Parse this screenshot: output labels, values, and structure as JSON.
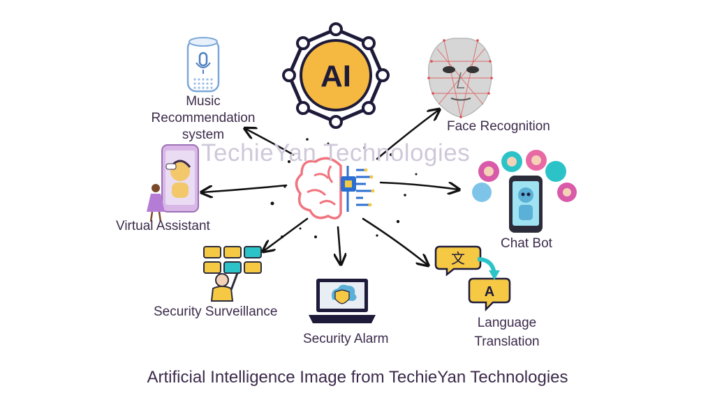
{
  "center": {
    "badge_text": "AI"
  },
  "nodes": {
    "music": {
      "lines": [
        "Music",
        "Recommendation",
        "system"
      ]
    },
    "face": {
      "label": "Face Recognition"
    },
    "virtual": {
      "label": "Virtual Assistant"
    },
    "chatbot": {
      "label": "Chat Bot"
    },
    "surveillance": {
      "label": "Security Surveillance"
    },
    "alarm": {
      "label": "Security Alarm"
    },
    "translation": {
      "lines": [
        "Language",
        "Translation"
      ],
      "glyph_source": "文",
      "glyph_target": "A"
    }
  },
  "watermark": "TechieYan Technologies",
  "caption": "Artificial Intelligence Image from TechieYan Technologies",
  "colors": {
    "text": "#3b2a4a",
    "navy": "#1e1b3a",
    "ai_yellow": "#f5b942",
    "brain_pink": "#f0747f",
    "chip_blue": "#2b6fd1",
    "accent_teal": "#2cc3c8",
    "bubble_yellow": "#f6c945",
    "watermark": "#cfc8da"
  }
}
